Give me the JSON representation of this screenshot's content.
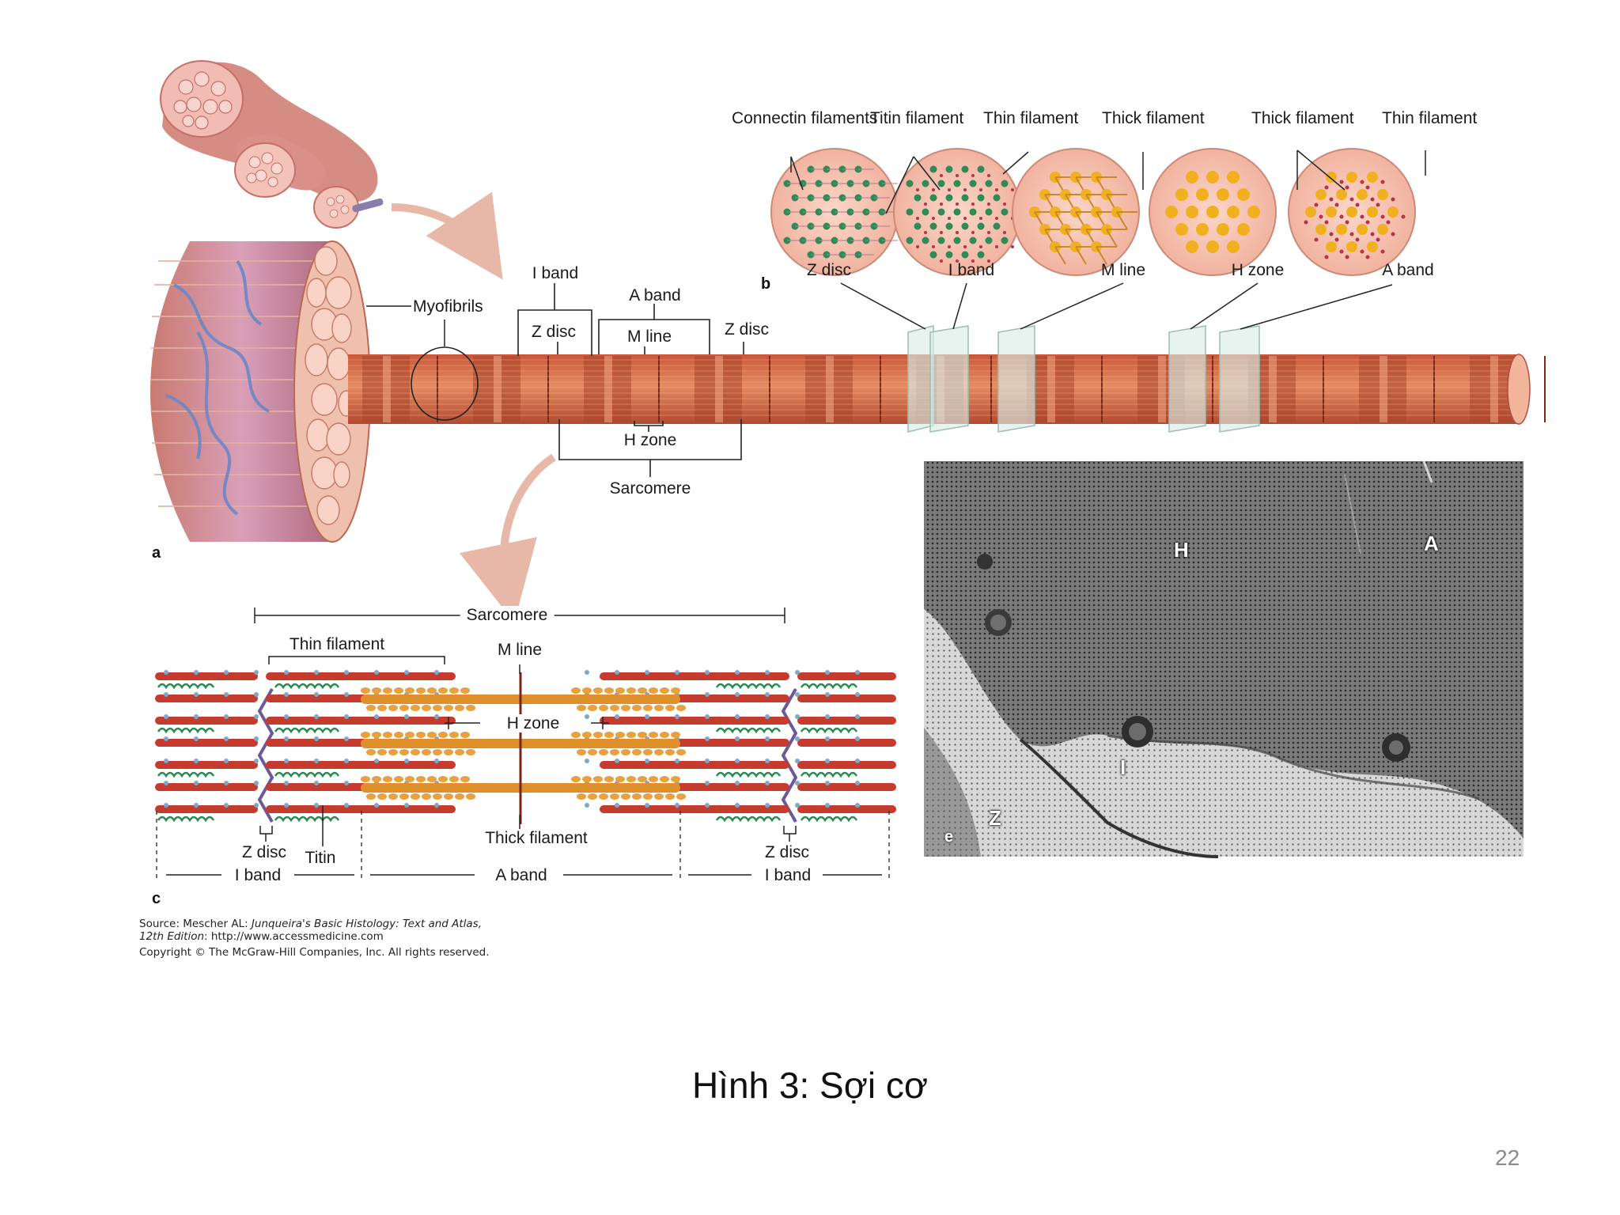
{
  "panels": {
    "a": "a",
    "b": "b",
    "c": "c",
    "e": "e"
  },
  "top_labels": {
    "connectin": "Connectin filaments",
    "titin": "Titin filament",
    "thin1": "Thin filament",
    "thick1": "Thick filament",
    "thick2": "Thick filament",
    "thin2": "Thin filament"
  },
  "cross_section_labels": {
    "zdisc": "Z disc",
    "iband": "I band",
    "mline": "M line",
    "hzone": "H zone",
    "aband": "A band"
  },
  "fiber_labels": {
    "myofibrils": "Myofibrils",
    "iband": "I band",
    "aband": "A band",
    "zdisc1": "Z disc",
    "mline": "M line",
    "zdisc2": "Z disc",
    "hzone": "H zone",
    "sarcomere": "Sarcomere"
  },
  "sarcomere_labels": {
    "sarcomere": "Sarcomere",
    "thin_filament": "Thin filament",
    "mline": "M line",
    "hzone": "H zone",
    "thick_filament": "Thick filament",
    "zdisc_left": "Z disc",
    "titin": "Titin",
    "zdisc_right": "Z disc",
    "iband_left": "I band",
    "aband": "A band",
    "iband_right": "I band"
  },
  "em_labels": {
    "H": "H",
    "A": "A",
    "I": "I",
    "Z": "Z"
  },
  "source": {
    "line1_prefix": "Source: Mescher AL: ",
    "line1_title": "Junqueira's Basic Histology: Text and Atlas,",
    "line2_title": "12th Edition",
    "line2_rest": ": http://www.accessmedicine.com",
    "line3": "Copyright © The McGraw-Hill Companies, Inc. All rights reserved."
  },
  "caption": "Hình 3: Sợi cơ",
  "page_number": "22",
  "colors": {
    "muscle": "#e79a7e",
    "striation_dark": "#a8442a",
    "thin_filament": "#c73a2e",
    "thin_helix": "#2f8a55",
    "thick_filament": "#e0902a",
    "zdisc": "#6a5a9a"
  }
}
